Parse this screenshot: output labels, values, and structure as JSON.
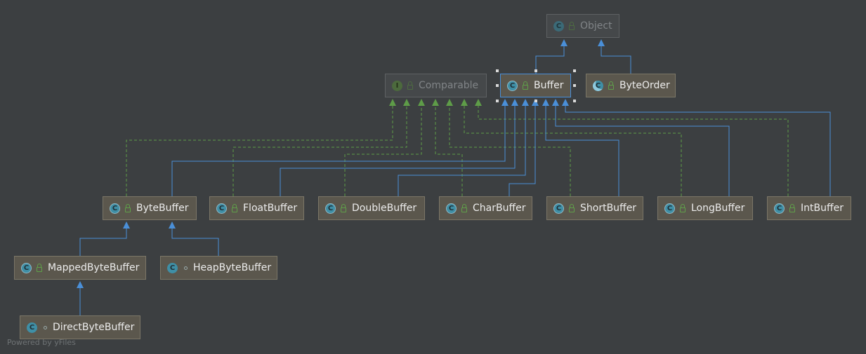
{
  "footer": "Powered by yFiles",
  "nodes": {
    "object": "Object",
    "comparable": "Comparable",
    "buffer": "Buffer",
    "byteorder": "ByteOrder",
    "bytebuffer": "ByteBuffer",
    "floatbuffer": "FloatBuffer",
    "doublebuffer": "DoubleBuffer",
    "charbuffer": "CharBuffer",
    "shortbuffer": "ShortBuffer",
    "longbuffer": "LongBuffer",
    "intbuffer": "IntBuffer",
    "mappedbytebuffer": "MappedByteBuffer",
    "heapbytebuffer": "HeapByteBuffer",
    "directbytebuffer": "DirectByteBuffer"
  },
  "icons": {
    "class": "C",
    "interface": "I"
  },
  "colors": {
    "background": "#3c3f41",
    "extends_edge": "#4a8fd8",
    "implements_edge": "#5e9c48"
  }
}
